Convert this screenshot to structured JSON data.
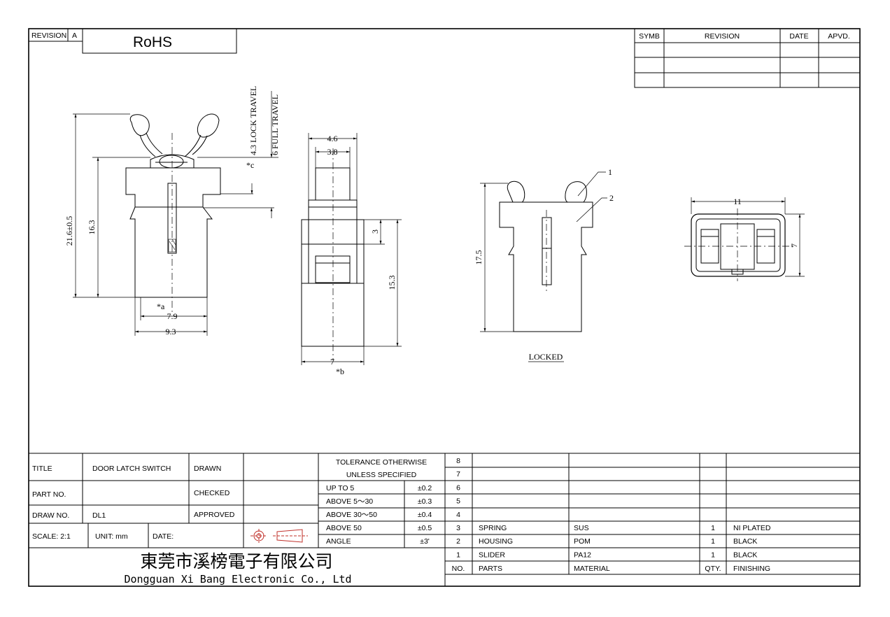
{
  "revision": {
    "label": "REVISION",
    "value": "A",
    "rohs": "RoHS"
  },
  "rev_table": {
    "headers": [
      "SYMB",
      "REVISION",
      "DATE",
      "APVD."
    ]
  },
  "drawing": {
    "travel": {
      "lock": "4.3 LOCK TRAVEL",
      "full": "6 FULL TRAVEL"
    },
    "front": {
      "height_total": "21.6±0.5",
      "height_body": "16.3",
      "width_inner": "7.9",
      "width_outer": "9.3",
      "mark_a": "*a",
      "mark_c": "*c"
    },
    "side": {
      "top_outer": "4.6",
      "top_inner": "3.8",
      "step": "3",
      "height": "15.3",
      "width": "7",
      "mark_b": "*b"
    },
    "locked": {
      "height": "17.5",
      "caption": "LOCKED",
      "callout_1": "1",
      "callout_2": "2"
    },
    "top": {
      "width": "11",
      "depth": "7"
    }
  },
  "title_block": {
    "title_label": "TITLE",
    "title_value": "DOOR LATCH SWITCH",
    "part_label": "PART NO.",
    "part_value": "",
    "draw_label": "DRAW NO.",
    "draw_value": "DL1",
    "scale": "SCALE: 2:1",
    "unit": "UNIT: mm",
    "date": "DATE:",
    "drawn": "DRAWN",
    "checked": "CHECKED",
    "approved": "APPROVED",
    "company_cn": "東莞市溪榜電子有限公司",
    "company_en": "Dongguan Xi Bang Electronic Co., Ltd"
  },
  "tolerance": {
    "header1": "TOLERANCE OTHERWISE",
    "header2": "UNLESS SPECIFIED",
    "rows": [
      {
        "range": "UP TO 5",
        "tol": "±0.2"
      },
      {
        "range": "ABOVE 5～30",
        "tol": "±0.3"
      },
      {
        "range": "ABOVE 30～50",
        "tol": "±0.4"
      },
      {
        "range": "ABOVE 50",
        "tol": "±0.5"
      },
      {
        "range": "ANGLE",
        "tol": "±3'"
      }
    ]
  },
  "bom": {
    "rows": [
      {
        "no": "8",
        "part": "",
        "material": "",
        "qty": "",
        "finish": ""
      },
      {
        "no": "7",
        "part": "",
        "material": "",
        "qty": "",
        "finish": ""
      },
      {
        "no": "6",
        "part": "",
        "material": "",
        "qty": "",
        "finish": ""
      },
      {
        "no": "5",
        "part": "",
        "material": "",
        "qty": "",
        "finish": ""
      },
      {
        "no": "4",
        "part": "",
        "material": "",
        "qty": "",
        "finish": ""
      },
      {
        "no": "3",
        "part": "SPRING",
        "material": "SUS",
        "qty": "1",
        "finish": "NI PLATED"
      },
      {
        "no": "2",
        "part": "HOUSING",
        "material": "POM",
        "qty": "1",
        "finish": "BLACK"
      },
      {
        "no": "1",
        "part": "SLIDER",
        "material": "PA12",
        "qty": "1",
        "finish": "BLACK"
      }
    ],
    "header": {
      "no": "NO.",
      "part": "PARTS",
      "material": "MATERIAL",
      "qty": "QTY.",
      "finish": "FINISHING"
    }
  }
}
